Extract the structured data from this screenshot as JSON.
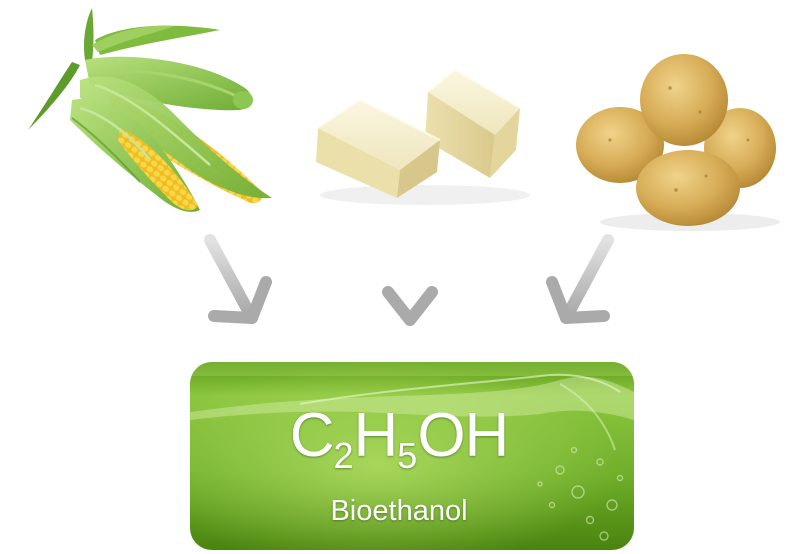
{
  "feedstocks": [
    {
      "name": "corn",
      "icon": "corn-icon"
    },
    {
      "name": "tofu",
      "icon": "tofu-icon"
    },
    {
      "name": "potatoes",
      "icon": "potato-icon"
    }
  ],
  "product": {
    "formula_parts": [
      "C",
      "2",
      "H",
      "5",
      "OH"
    ],
    "name": "Bioethanol"
  },
  "colors": {
    "arrow": "#b4b4b4",
    "box_light": "#8cc63f",
    "box_dark": "#4f8a10",
    "corn_kernel": "#f2c21a",
    "husk": "#8fc85a",
    "tofu": "#f3ecc8",
    "potato": "#d9b05c"
  }
}
